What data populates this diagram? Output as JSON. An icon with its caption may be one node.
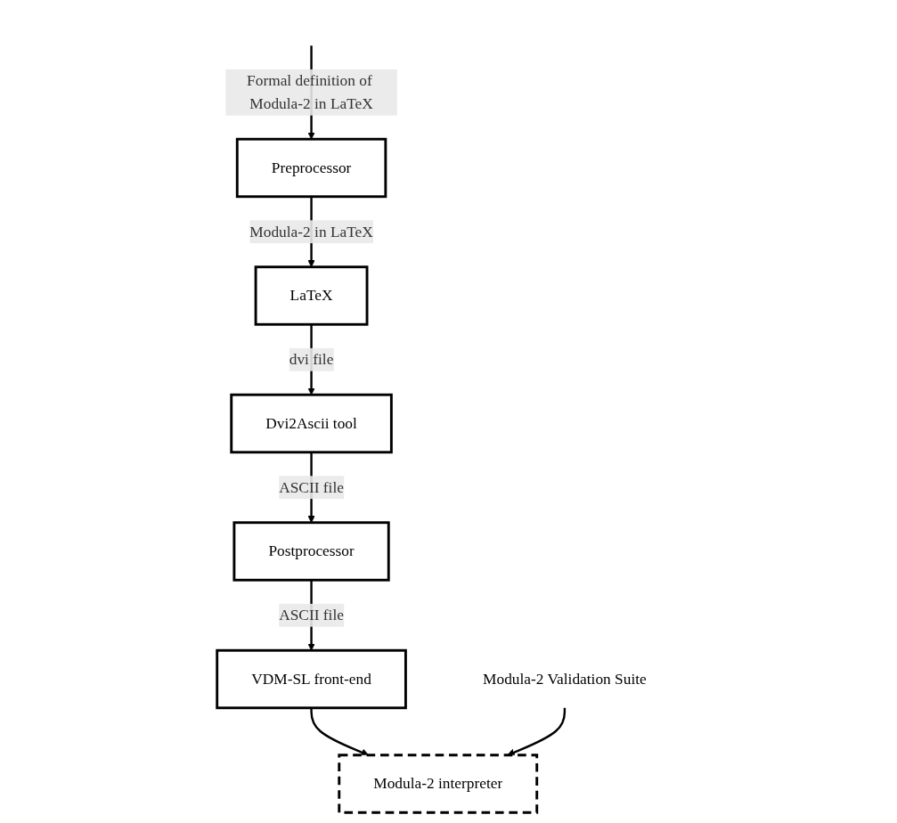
{
  "diagram": {
    "nodes": [
      {
        "text": [
          "Preprocessor"
        ]
      },
      {
        "text": [
          "LaTeX"
        ]
      },
      {
        "text": [
          "Dvi2Ascii tool"
        ]
      },
      {
        "text": [
          "Postprocessor"
        ]
      },
      {
        "text": [
          "VDM-SL front-end"
        ]
      },
      {
        "text": [
          "Modula-2 interpreter"
        ]
      },
      {
        "text": [
          "Modula-2 Validation Suite"
        ]
      }
    ],
    "edges": [
      {
        "from": null,
        "to": 0,
        "arrow": "to",
        "label": "Formal definition of Modula-2 in LaTeX"
      },
      {
        "from": 0,
        "to": 1,
        "arrow": "to",
        "label": "Modula-2 in LaTeX"
      },
      {
        "from": 1,
        "to": 2,
        "arrow": "to",
        "label": "dvi file"
      },
      {
        "from": 2,
        "to": 3,
        "arrow": "to",
        "label": "ASCII file"
      },
      {
        "from": 3,
        "to": 4,
        "arrow": "to",
        "label": "ASCII file"
      },
      {
        "from": 4,
        "to": 5,
        "arrow": "to"
      },
      {
        "from": 6,
        "to": 5,
        "arrow": "to"
      }
    ]
  }
}
